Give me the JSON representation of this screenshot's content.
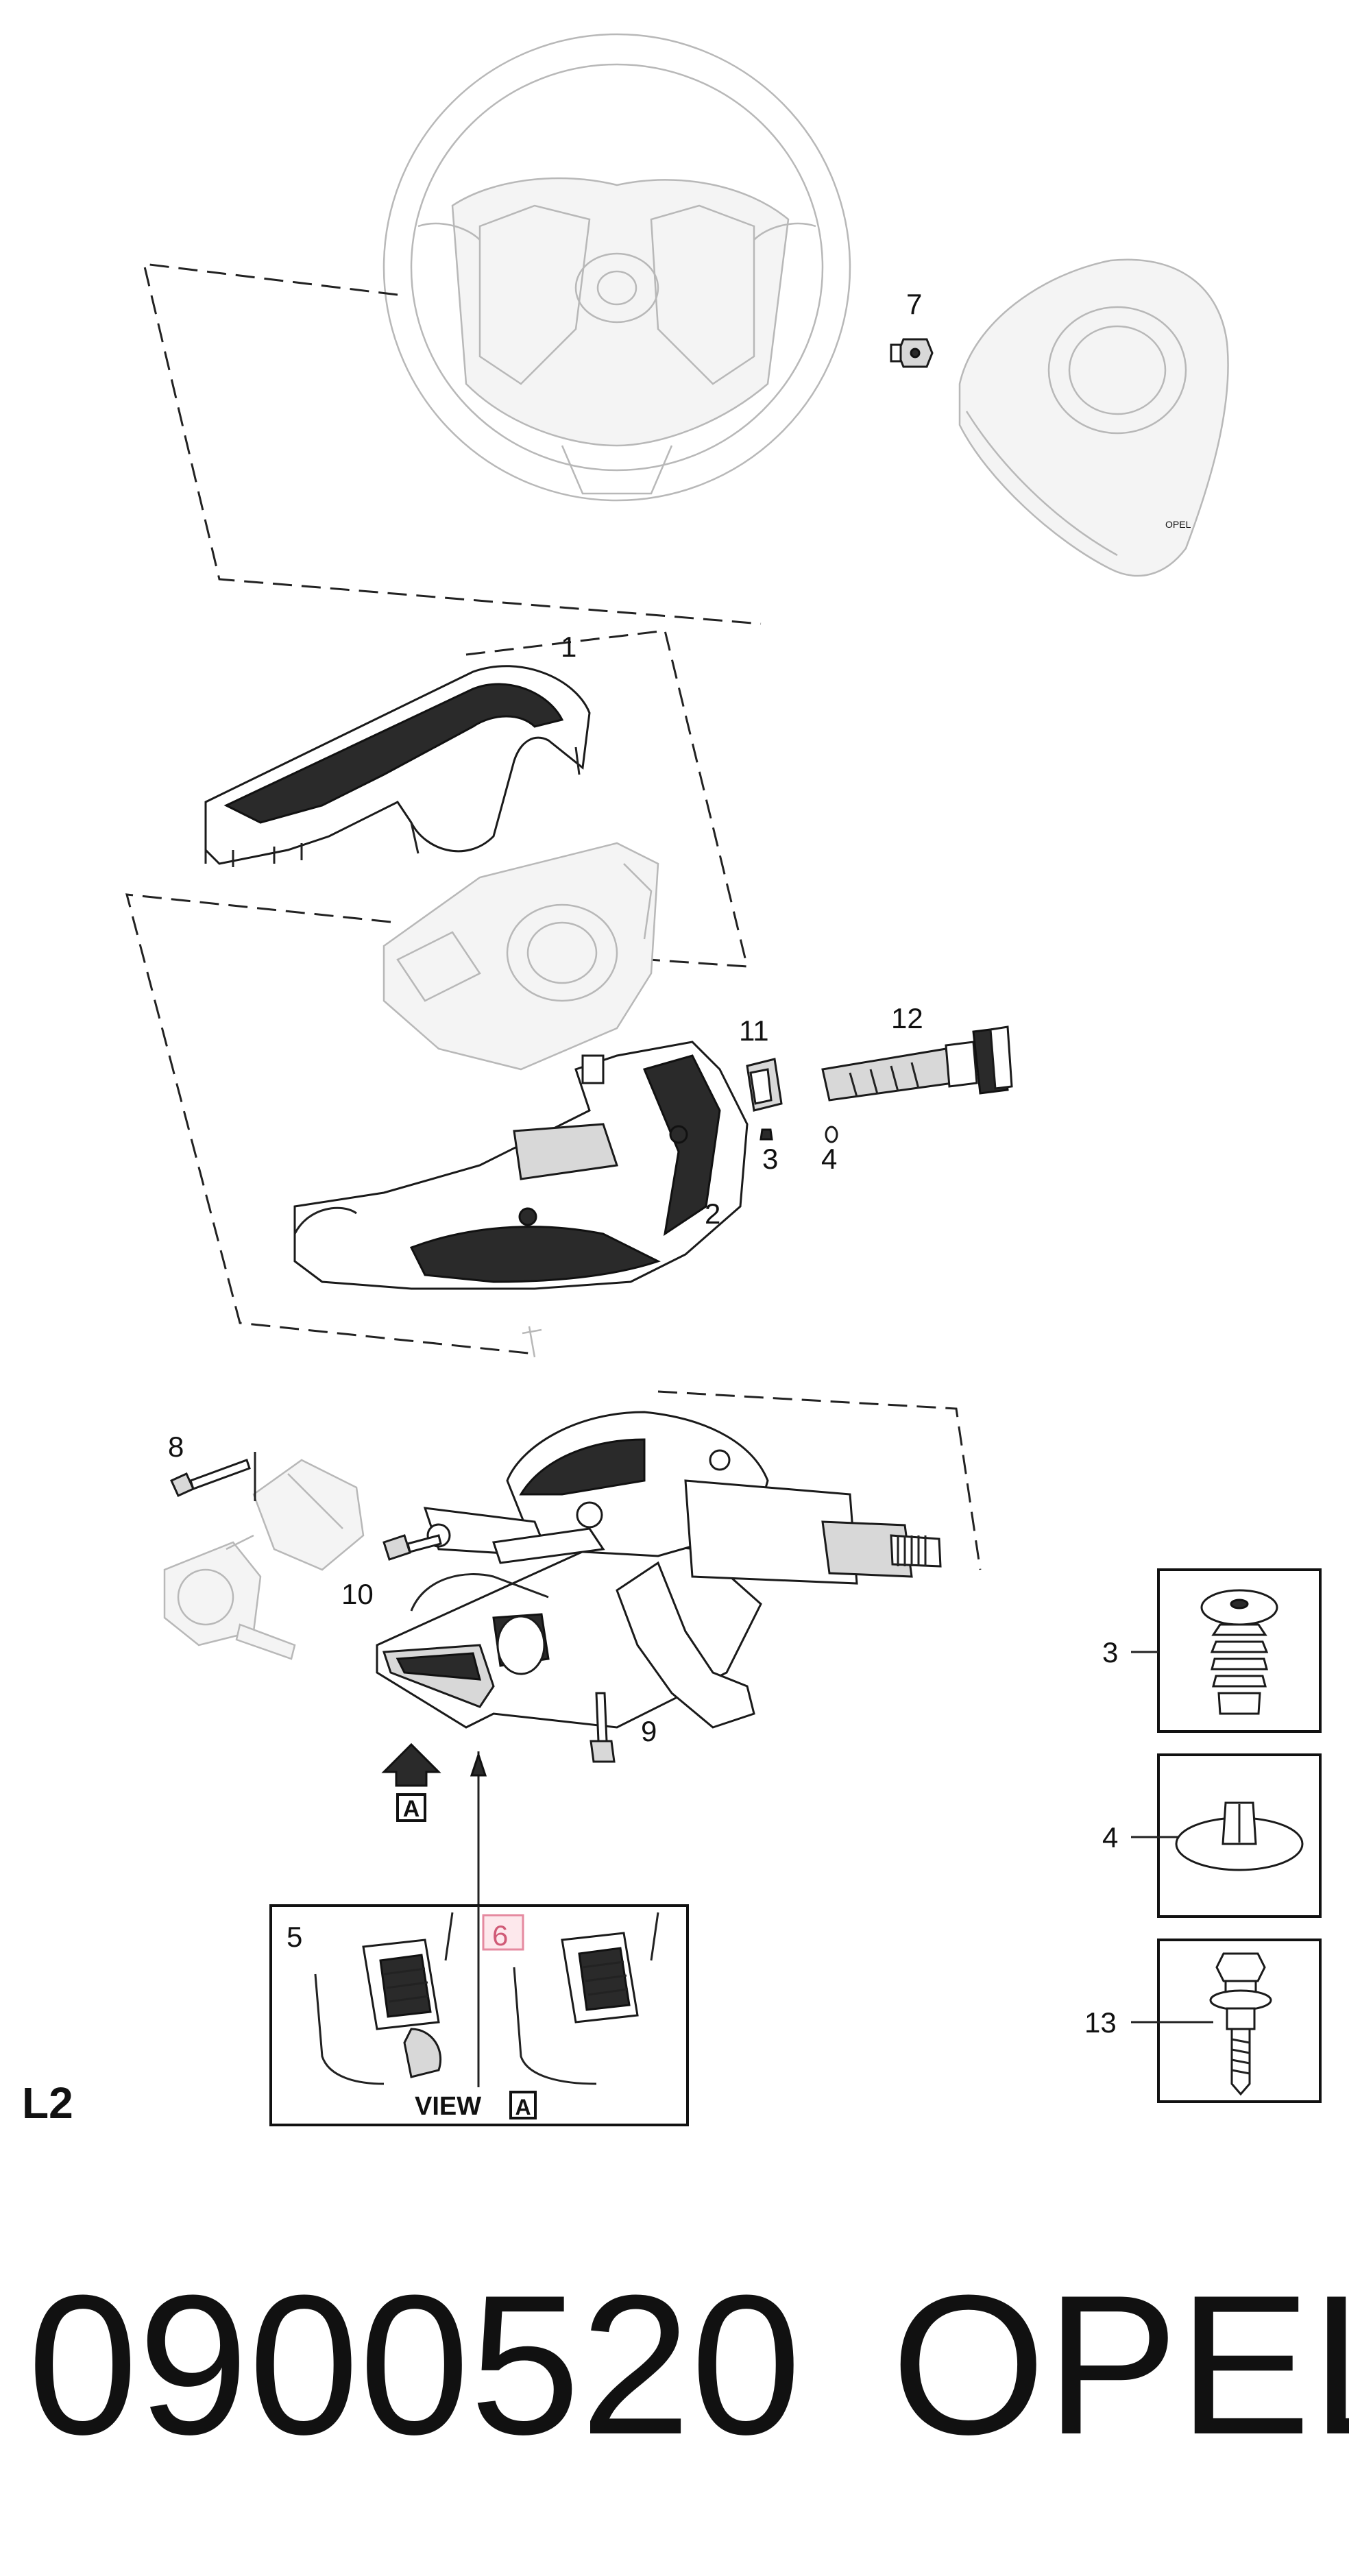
{
  "callouts": {
    "c1": "1",
    "c2": "2",
    "c3": "3",
    "c4": "4",
    "c7": "7",
    "c8": "8",
    "c9": "9",
    "c10": "10",
    "c11": "11",
    "c12": "12"
  },
  "legend": {
    "item3": "3",
    "item4": "4",
    "item13": "13"
  },
  "view_inset": {
    "label5": "5",
    "label6": "6",
    "view_text": "VIEW",
    "view_badge": "A"
  },
  "arrow_badge": "A",
  "diagram_code": "L2",
  "footer": {
    "part_number": "0900520",
    "brand": "OPEL"
  },
  "colors": {
    "highlight": "#e58aa0"
  }
}
